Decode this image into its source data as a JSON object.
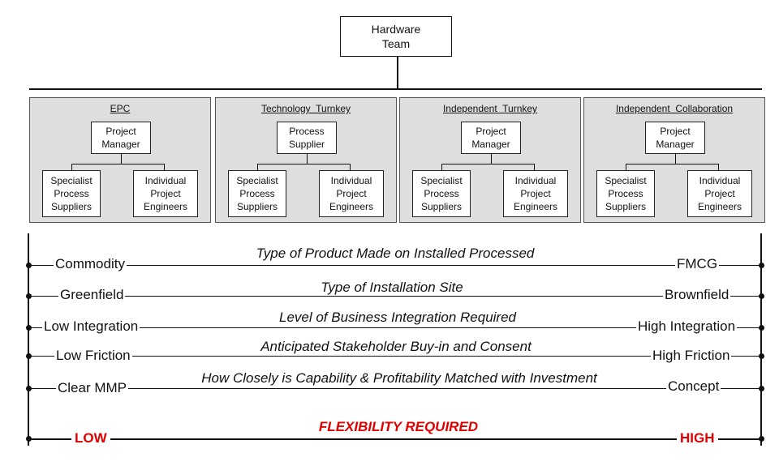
{
  "root": {
    "line1": "Hardware",
    "line2": "Team"
  },
  "panels": [
    {
      "title": "EPC",
      "top": [
        "Project",
        "Manager"
      ],
      "left": [
        "Specialist",
        "Process",
        "Suppliers"
      ],
      "right": [
        "Individual",
        "Project",
        "Engineers"
      ]
    },
    {
      "title": "Technology  Turnkey",
      "top": [
        "Process",
        "Supplier"
      ],
      "left": [
        "Specialist",
        "Process",
        "Suppliers"
      ],
      "right": [
        "Individual",
        "Project",
        "Engineers"
      ]
    },
    {
      "title": "Independent  Turnkey",
      "top": [
        "Project",
        "Manager"
      ],
      "left": [
        "Specialist",
        "Process",
        "Suppliers"
      ],
      "right": [
        "Individual",
        "Project",
        "Engineers"
      ]
    },
    {
      "title": "Independent  Collaboration",
      "top": [
        "Project",
        "Manager"
      ],
      "left": [
        "Specialist",
        "Process",
        "Suppliers"
      ],
      "right": [
        "Individual",
        "Project",
        "Engineers"
      ]
    }
  ],
  "scales": [
    {
      "left": "Commodity",
      "title": "Type of Product Made on Installed Processed",
      "right": "FMCG"
    },
    {
      "left": "Greenfield",
      "title": "Type of Installation Site",
      "right": "Brownfield"
    },
    {
      "left": "Low Integration",
      "title": "Level of Business Integration Required",
      "right": "High Integration"
    },
    {
      "left": "Low Friction",
      "title": "Anticipated Stakeholder Buy-in and Consent",
      "right": "High Friction"
    },
    {
      "left": "Clear MMP",
      "title": "How Closely is Capability & Profitability Matched with Investment",
      "right": "Concept"
    }
  ],
  "flexibility": {
    "title": "FLEXIBILITY REQUIRED",
    "low": "LOW",
    "high": "HIGH",
    "color": "#e00000"
  }
}
